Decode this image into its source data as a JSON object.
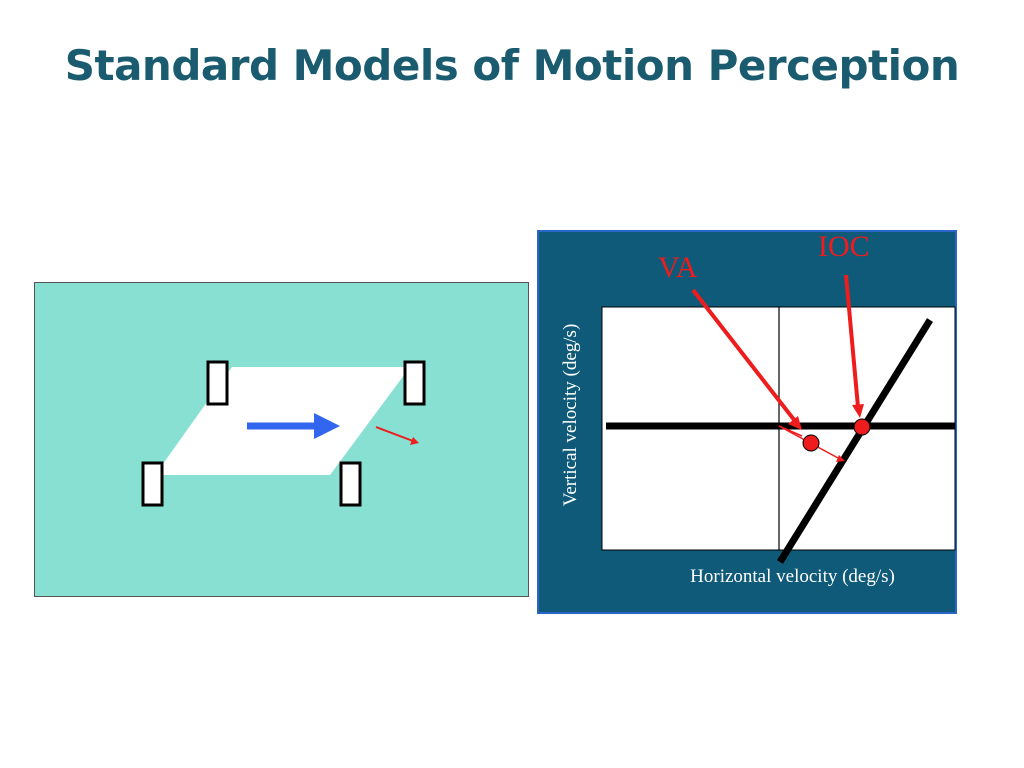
{
  "slide": {
    "title": "Standard Models of Motion Perception"
  },
  "velocity_space": {
    "y_axis_label": "Vertical velocity (deg/s)",
    "x_axis_label": "Horizontal velocity (deg/s)",
    "ioc_label": "IOC",
    "va_label": "VA"
  },
  "colors": {
    "title": "#1a5b70",
    "stimulus_background": "#88e0d3",
    "velocity_panel_background": "#0e5a78",
    "velocity_panel_border": "#2a66c8",
    "pattern_motion_arrow": "#3366ee",
    "annotation_red": "#ee1c1c"
  }
}
